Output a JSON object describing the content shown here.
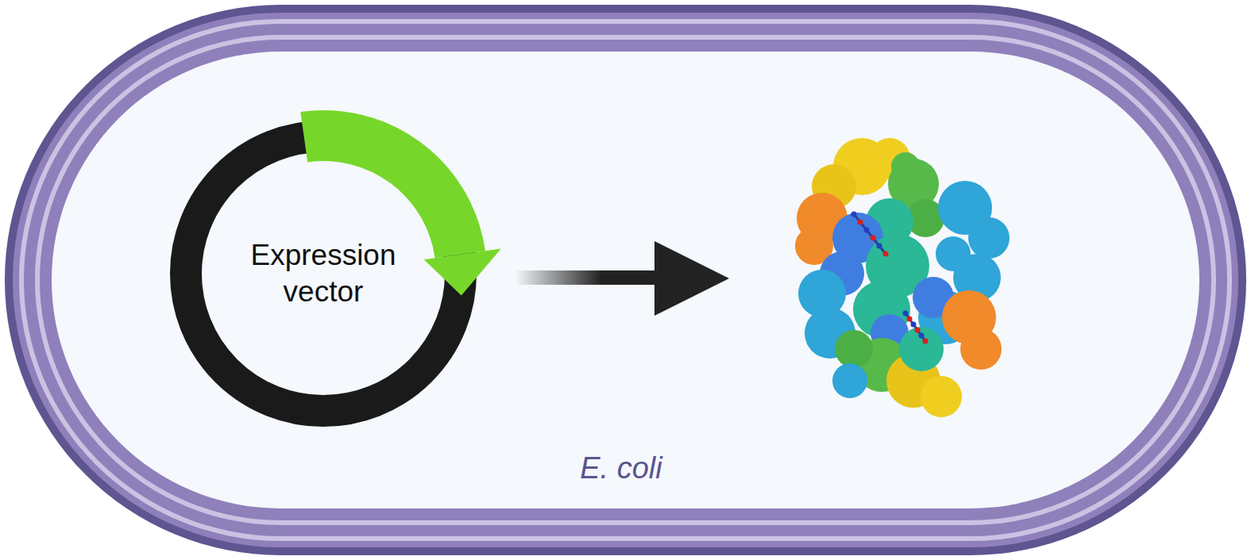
{
  "diagram": {
    "nodes": [
      {
        "text": [
          "E. coli"
        ]
      },
      {
        "text": [
          "Expression vector"
        ],
        "in": 0
      }
    ]
  }
}
